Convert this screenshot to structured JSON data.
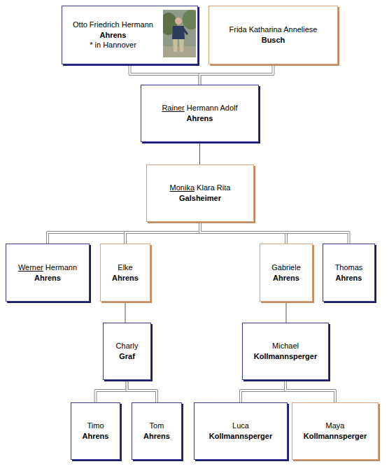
{
  "diagram": {
    "nodes": [
      {
        "text": [
          "Otto Friedrich Hermann",
          "Ahrens",
          "* in Hannover"
        ]
      },
      {
        "text": [
          "Frida Katharina Anneliese",
          "Busch"
        ]
      },
      {
        "text": [
          "Rainer Hermann Adolf",
          "Ahrens"
        ]
      },
      {
        "text": [
          "Monika Klara Rita",
          "Galsheimer"
        ]
      },
      {
        "text": [
          "Werner Hermann",
          "Ahrens"
        ]
      },
      {
        "text": [
          "Elke",
          "Ahrens"
        ]
      },
      {
        "text": [
          "Gabriele",
          "Ahrens"
        ]
      },
      {
        "text": [
          "Thomas",
          "Ahrens"
        ]
      },
      {
        "text": [
          "Charly",
          "Graf"
        ]
      },
      {
        "text": [
          "Michael",
          "Kollmannsperger"
        ]
      },
      {
        "text": [
          "Timo",
          "Ahrens"
        ]
      },
      {
        "text": [
          "Tom",
          "Ahrens"
        ]
      },
      {
        "text": [
          "Luca",
          "Kollmannsperger"
        ]
      },
      {
        "text": [
          "Maya",
          "Kollmannsperger"
        ]
      }
    ],
    "edges": [
      {
        "from": 0,
        "to": 2,
        "arrow": "none"
      },
      {
        "from": 1,
        "to": 2,
        "arrow": "none"
      },
      {
        "from": 2,
        "to": 3,
        "arrow": "none"
      },
      {
        "from": 3,
        "to": 4,
        "arrow": "none"
      },
      {
        "from": 3,
        "to": 5,
        "arrow": "none"
      },
      {
        "from": 3,
        "to": 6,
        "arrow": "none"
      },
      {
        "from": 3,
        "to": 7,
        "arrow": "none"
      },
      {
        "from": 5,
        "to": 8,
        "arrow": "none"
      },
      {
        "from": 6,
        "to": 9,
        "arrow": "none"
      },
      {
        "from": 8,
        "to": 10,
        "arrow": "none"
      },
      {
        "from": 8,
        "to": 11,
        "arrow": "none"
      },
      {
        "from": 9,
        "to": 12,
        "arrow": "none"
      },
      {
        "from": 9,
        "to": 13,
        "arrow": "none"
      }
    ]
  }
}
